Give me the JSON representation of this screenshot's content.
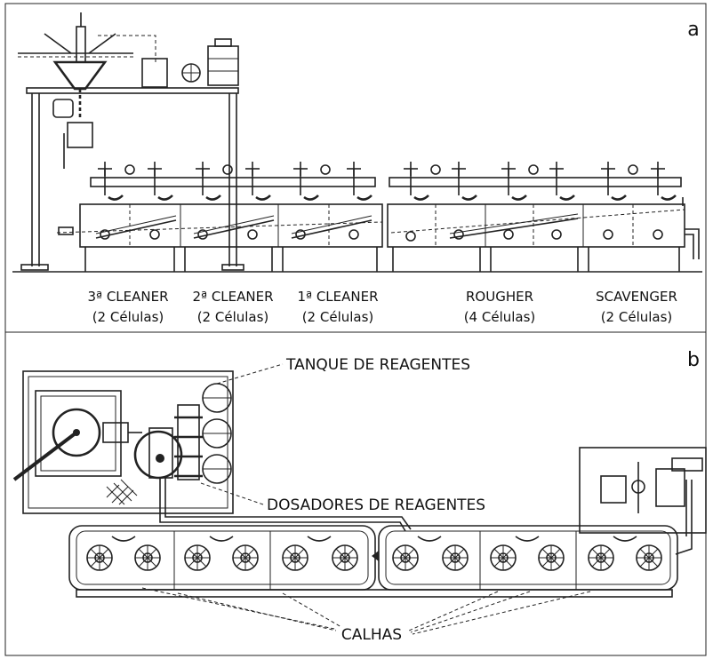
{
  "panel_a": {
    "letter": "a",
    "stages": [
      {
        "name": "3ª CLEANER",
        "cells": "(2 Células)"
      },
      {
        "name": "2ª CLEANER",
        "cells": "(2 Células)"
      },
      {
        "name": "1ª CLEANER",
        "cells": "(2 Células)"
      },
      {
        "name": "ROUGHER",
        "cells": "(4 Células)"
      },
      {
        "name": "SCAVENGER",
        "cells": "(2 Células)"
      }
    ]
  },
  "panel_b": {
    "letter": "b",
    "labels": {
      "tank": "TANQUE DE REAGENTES",
      "dosers": "DOSADORES DE REAGENTES",
      "troughs": "CALHAS"
    }
  },
  "colors": {
    "line": "#222222",
    "text": "#111111",
    "background": "#ffffff"
  }
}
